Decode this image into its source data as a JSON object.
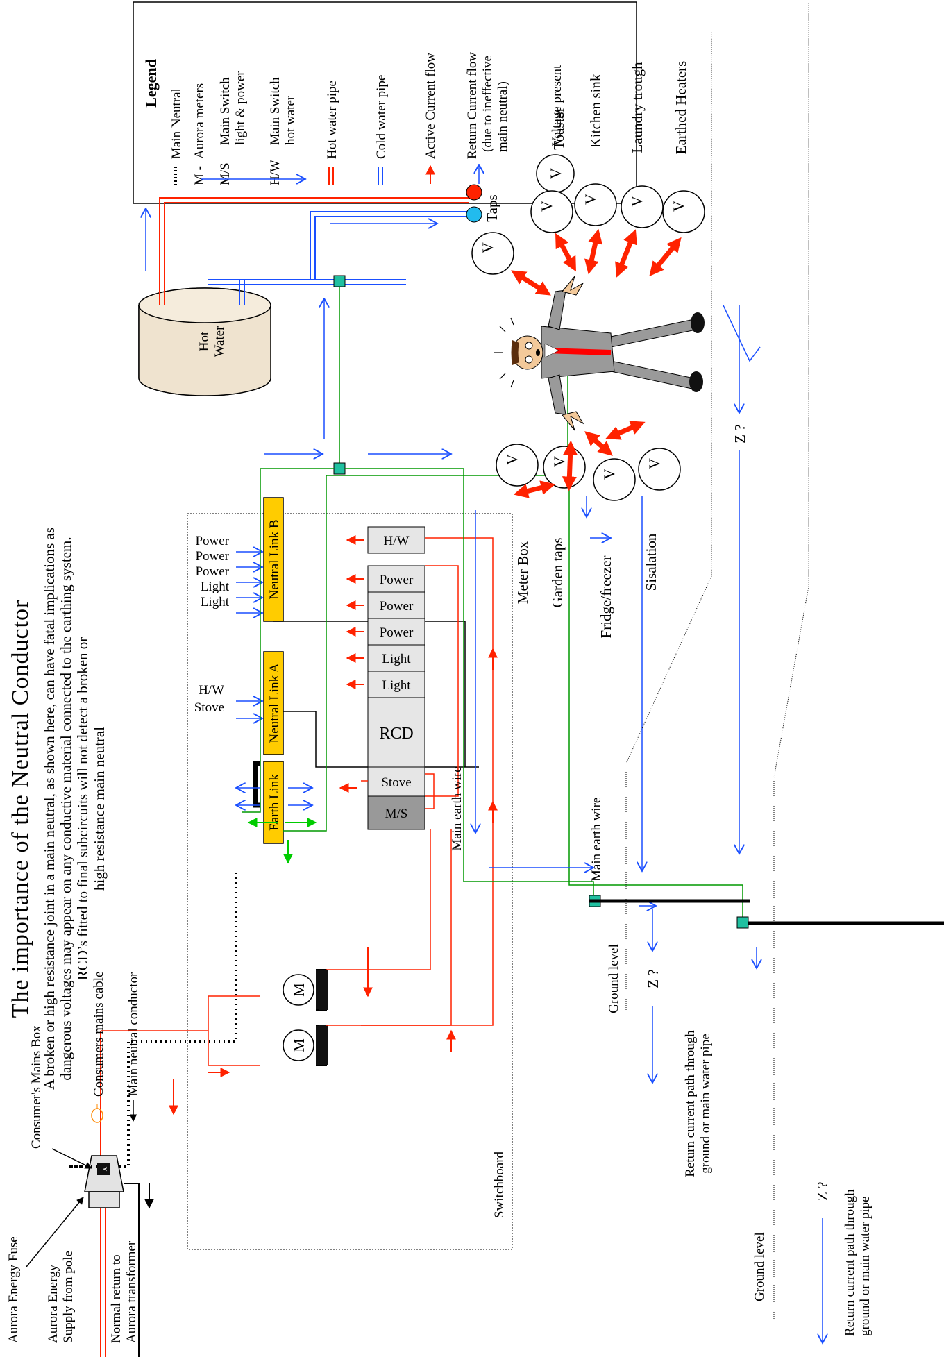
{
  "title": "The importance of the Neutral Conductor",
  "subtitle": [
    "A broken or high resistance joint in a main neutral, as shown here, can have fatal implications as",
    "dangerous voltages may appear on any conductive material connected to the earthing system.",
    "RCD’s fitted to final subcircuits will not detect a broken or",
    "high resistance main neutral"
  ],
  "legend": {
    "title": "Legend",
    "items": [
      {
        "symbol": "dotted",
        "abbr": "",
        "text": "Main Neutral"
      },
      {
        "symbol": "text",
        "abbr": "M -",
        "text": "Aurora meters"
      },
      {
        "symbol": "text",
        "abbr": "M/S",
        "text": "Main Switch",
        "text2": "light & power"
      },
      {
        "symbol": "text",
        "abbr": "H/W",
        "text": "Main Switch",
        "text2": "hot water"
      },
      {
        "symbol": "double-red",
        "abbr": "",
        "text": "Hot water pipe"
      },
      {
        "symbol": "double-blue",
        "abbr": "",
        "text": "Cold water pipe"
      },
      {
        "symbol": "red-arrow",
        "abbr": "",
        "text": "Active Current flow"
      },
      {
        "symbol": "blue-arrow",
        "abbr": "",
        "text": "Return Current flow",
        "text2": "(due to ineffective",
        "text3": "main neutral)"
      },
      {
        "symbol": "v-circle",
        "abbr": "",
        "text": "Voltage present"
      }
    ],
    "v_symbol": "V"
  },
  "labels": {
    "supply_fuse": "Aurora Energy Fuse",
    "supply_pole_1": "Aurora Energy",
    "supply_pole_2": "Supply from pole",
    "normal_return_1": "Normal return to",
    "normal_return_2": "Aurora transformer",
    "mains_box": "Consumer's Mains Box",
    "mains_cable": "Consumers mains cable",
    "neutral_conductor": "Main neutral conductor",
    "switchboard": "Switchboard",
    "main_earth_wire": "Main earth wire",
    "ground_level": "Ground level",
    "return_path_1": "Return current path through",
    "return_path_2": "ground or main water pipe",
    "z_unknown": "Z ?",
    "hot_water_1": "Hot",
    "hot_water_2": "Water",
    "taps": "Taps",
    "meter_label": "M",
    "mains_x": "x"
  },
  "switchboard": {
    "earth_link": "Earth Link",
    "neutral_link_a": "Neutral Link A",
    "neutral_link_b": "Neutral Link B",
    "neutral_a_inputs": [
      "H/W",
      "Stove"
    ],
    "neutral_b_inputs": [
      "Power",
      "Power",
      "Power",
      "Light",
      "Light"
    ],
    "rcd": "RCD",
    "stove": "Stove",
    "main_switch": "M/S",
    "hw_switch": "H/W",
    "breakers": [
      "Power",
      "Power",
      "Power",
      "Light",
      "Light"
    ]
  },
  "hazards_left": [
    "Meter Box",
    "Garden taps",
    "Fridge/freezer",
    "Sisalation"
  ],
  "hazards_right": [
    "Toaster",
    "Kitchen sink",
    "Laundry trough",
    "Earthed Heaters"
  ],
  "colors": {
    "active": "#ff2200",
    "return": "#1a4fff",
    "earth": "#009900",
    "link": "#ffcc00",
    "pipe_hot": "#ff2200",
    "pipe_cold": "#1a4fff",
    "tank": "#efe3cf"
  }
}
